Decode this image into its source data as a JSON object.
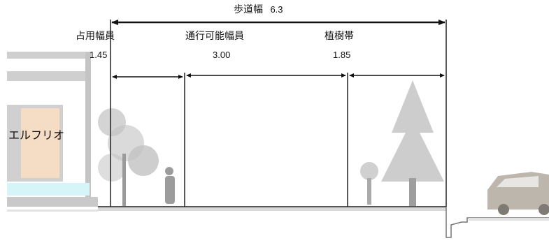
{
  "diagram": {
    "total": {
      "label": "歩道幅",
      "value": "6.3"
    },
    "zones": [
      {
        "label": "占用幅員",
        "value": "1.45"
      },
      {
        "label": "通行可能幅員",
        "value": "3.00"
      },
      {
        "label": "植樹帯",
        "value": "1.85"
      }
    ],
    "building_label": "エルフリオ"
  },
  "colors": {
    "line": "#222222",
    "building": "#c8c8c8",
    "shop_wall": "#f5dcc5",
    "water": "#d6f5f8",
    "tree": "#b8b8b8",
    "car": "#bdb6ac"
  }
}
